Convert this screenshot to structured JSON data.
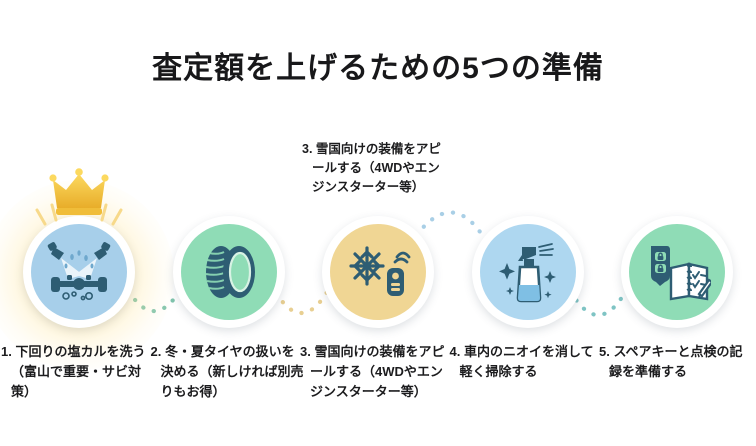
{
  "title": "査定額を上げるための5つの準備",
  "callout": {
    "text": "3. 雪国向けの装備をアピールする（4WDやエンジンスターター等）"
  },
  "steps": [
    {
      "number": "1",
      "caption": "1. 下回りの塩カルを洗う（富山で重要・サビ対策）",
      "icon": "car-undercarriage-wash-icon",
      "circle_color": "#a7cfea",
      "badge": "crown-icon",
      "highlight": "golden-glow"
    },
    {
      "number": "2",
      "caption": "2. 冬・夏タイヤの扱いを決める（新しければ別売りもお得）",
      "icon": "tire-icon",
      "circle_color": "#8fdcb6"
    },
    {
      "number": "3",
      "caption": "3. 雪国向けの装備をアピールする（4WDやエンジンスターター等）",
      "icon": "snowflake-remote-key-icon",
      "circle_color": "#f0d694"
    },
    {
      "number": "4",
      "caption": "4. 車内のニオイを消して軽く掃除する",
      "icon": "spray-bottle-sparkle-icon",
      "circle_color": "#aed7f0"
    },
    {
      "number": "5",
      "caption": "5. スペアキーと点検の記録を準備する",
      "icon": "key-fob-notebook-icon",
      "circle_color": "#8fdcb6"
    }
  ],
  "connectors": [
    {
      "from": "1",
      "to": "2",
      "color": "#7fc4ad",
      "style": "dotted-arc-down"
    },
    {
      "from": "2",
      "to": "3",
      "color": "#e8cf92",
      "style": "dotted-arc-down"
    },
    {
      "from": "3",
      "to": "4",
      "color": "#a9cfe6",
      "style": "dotted-arc-up"
    },
    {
      "from": "4",
      "to": "5",
      "color": "#7fc4c4",
      "style": "dotted-arc-down"
    }
  ],
  "colors": {
    "background": "#ffffff",
    "title_text": "#18181a",
    "caption_text": "#1c1c1e",
    "icon_dark": "#2e5d73",
    "crown_gold": "#f2c14a"
  }
}
